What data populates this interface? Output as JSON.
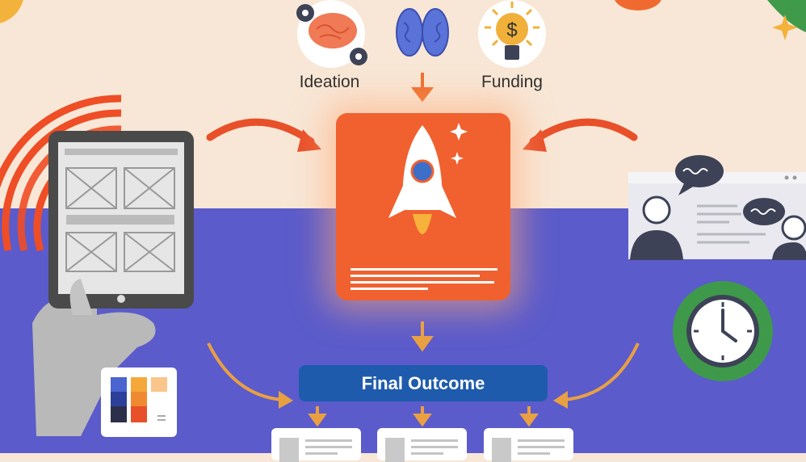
{
  "top": {
    "left_label": "Ideation",
    "right_label": "Funding",
    "center_icon": "brain-icon"
  },
  "center_card": {
    "icon": "rocket-icon",
    "color": "#f0612f"
  },
  "final": {
    "label": "Final Outcome",
    "color": "#1f5bad"
  },
  "colors": {
    "background_top": "#f8e7d6",
    "background_bottom": "#5b5bcb",
    "arrow_red": "#e8502a",
    "arrow_orange": "#e9a043",
    "clock_ring": "#3e9a4a"
  }
}
